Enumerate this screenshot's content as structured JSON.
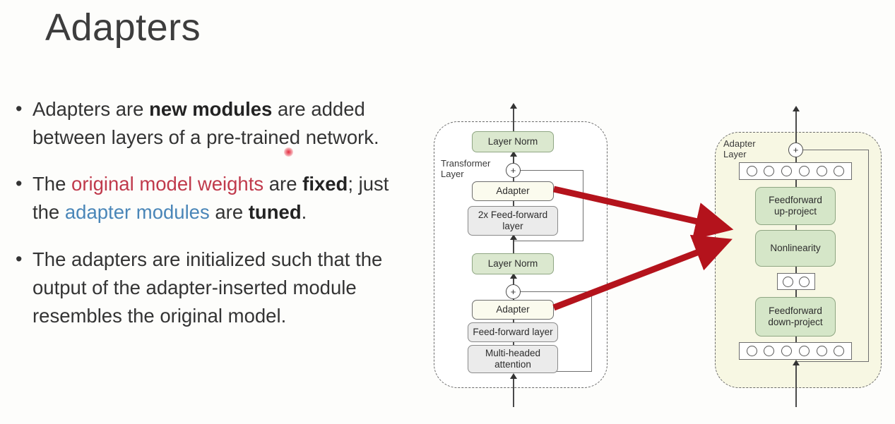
{
  "slide": {
    "title": "Adapters",
    "background": "#fdfdfb",
    "accent_red": "#c03a4c",
    "accent_blue": "#4a86b8",
    "arrow_red": "#b4131c"
  },
  "bullets": [
    {
      "marker": "•",
      "parts": [
        {
          "text": "Adapters are ",
          "style": "normal"
        },
        {
          "text": "new modules",
          "style": "bold"
        },
        {
          "text": " are added between layers of a pre-trained network.",
          "style": "normal"
        }
      ],
      "plain": "Adapters are new modules are added between layers of a pre-trained network."
    },
    {
      "marker": "•",
      "parts": [
        {
          "text": "The ",
          "style": "normal"
        },
        {
          "text": "original model weights",
          "style": "red"
        },
        {
          "text": " are ",
          "style": "normal"
        },
        {
          "text": "fixed",
          "style": "bold"
        },
        {
          "text": "; just the ",
          "style": "normal"
        },
        {
          "text": "adapter modules",
          "style": "blue"
        },
        {
          "text": " are ",
          "style": "normal"
        },
        {
          "text": "tuned",
          "style": "bold"
        },
        {
          "text": ".",
          "style": "normal"
        }
      ],
      "plain": "The original model weights are fixed; just the adapter modules are tuned."
    },
    {
      "marker": "•",
      "parts": [
        {
          "text": "The adapters are initialized such that the output of the adapter-inserted module resembles the original model.",
          "style": "normal"
        }
      ],
      "plain": "The adapters are initialized such that the output of the adapter-inserted module resembles the original model."
    }
  ],
  "text_fragments": {
    "b1_p1": "Adapters are ",
    "b1_p2": "new modules",
    "b1_p3": " are added between layers of a pre-trained network.",
    "b2_p1": "The ",
    "b2_p2": "original model weights",
    "b2_p3": " are ",
    "b2_p4": "fixed",
    "b2_p5": "; just the ",
    "b2_p6": "adapter modules",
    "b2_p7": " are ",
    "b2_p8": "tuned",
    "b2_p9": ".",
    "b3_p1": "The adapters are initialized such that the output of the adapter-inserted module resembles the original model."
  },
  "transformer_diagram": {
    "group_label": "Transformer\nLayer",
    "nodes": [
      {
        "id": "layer-norm-top",
        "label": "Layer Norm",
        "color": "green"
      },
      {
        "id": "add-top",
        "label": "+",
        "color": "circle"
      },
      {
        "id": "adapter-top",
        "label": "Adapter",
        "color": "cream"
      },
      {
        "id": "feed-forward-2x",
        "label": "2x Feed-forward layer",
        "color": "gray"
      },
      {
        "id": "layer-norm-bottom",
        "label": "Layer Norm",
        "color": "green"
      },
      {
        "id": "add-bottom",
        "label": "+",
        "color": "circle"
      },
      {
        "id": "adapter-bottom",
        "label": "Adapter",
        "color": "cream"
      },
      {
        "id": "feed-forward-layer",
        "label": "Feed-forward layer",
        "color": "gray"
      },
      {
        "id": "multi-headed-attention",
        "label": "Multi-headed attention",
        "color": "gray"
      }
    ],
    "labels": {
      "layer_norm": "Layer Norm",
      "adapter": "Adapter",
      "feed_forward_2x_line1": "2x Feed-forward",
      "feed_forward_2x_line2": "layer",
      "feed_forward_layer": "Feed-forward layer",
      "multi_headed_line1": "Multi-headed",
      "multi_headed_line2": "attention",
      "plus": "+"
    }
  },
  "adapter_diagram": {
    "group_label": "Adapter\nLayer",
    "plus": "+",
    "neuron_rows": {
      "top_count": 6,
      "middle_count": 2,
      "bottom_count": 6
    },
    "labels": {
      "feedforward_up_line1": "Feedforward",
      "feedforward_up_line2": "up-project",
      "nonlinearity": "Nonlinearity",
      "feedforward_down_line1": "Feedforward",
      "feedforward_down_line2": "down-project"
    },
    "nodes": [
      {
        "id": "neurons-top",
        "label": "6 neurons",
        "color": "white"
      },
      {
        "id": "feedforward-up-project",
        "label": "Feedforward up-project",
        "color": "green"
      },
      {
        "id": "nonlinearity",
        "label": "Nonlinearity",
        "color": "green"
      },
      {
        "id": "neurons-middle",
        "label": "2 neurons",
        "color": "white"
      },
      {
        "id": "feedforward-down-project",
        "label": "Feedforward down-project",
        "color": "green"
      },
      {
        "id": "neurons-bottom",
        "label": "6 neurons",
        "color": "white"
      }
    ]
  },
  "annotations": {
    "arrow_count": 2,
    "arrow_from_top": "adapter-top",
    "arrow_from_bottom": "adapter-bottom",
    "arrow_to": "adapter-layer-box",
    "laser_pointer": "red-dot-over-a"
  }
}
